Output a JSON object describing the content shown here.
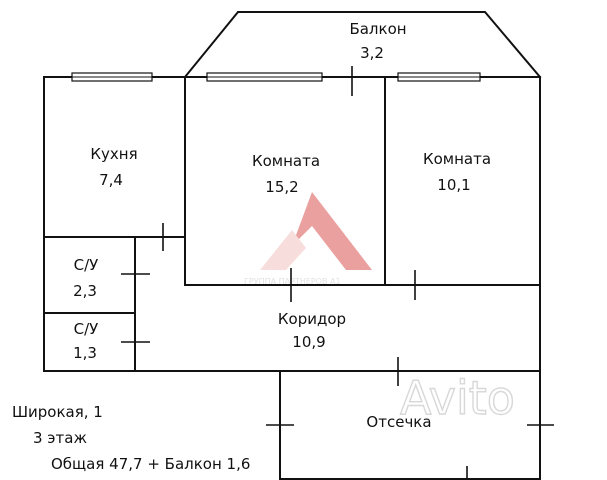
{
  "rooms": {
    "balcony": {
      "name": "Балкон",
      "area": "3,2"
    },
    "kitchen": {
      "name": "Кухня",
      "area": "7,4"
    },
    "room1": {
      "name": "Комната",
      "area": "15,2"
    },
    "room2": {
      "name": "Комната",
      "area": "10,1"
    },
    "bath1": {
      "name": "С/У",
      "area": "2,3"
    },
    "bath2": {
      "name": "С/У",
      "area": "1,3"
    },
    "corridor": {
      "name": "Коридор",
      "area": "10,9"
    },
    "vestibule": {
      "name": "Отсечка"
    }
  },
  "info": {
    "address": "Широкая, 1",
    "floor": "3 этаж",
    "total": "Общая 47,7 + Балкон 1,6"
  },
  "watermarks": {
    "agency": "ГРУППА ПАРТНЕРОВ А1",
    "site": "Avito"
  },
  "colors": {
    "logo": "#d9534f",
    "logo_shade": "#f2c4c2"
  }
}
